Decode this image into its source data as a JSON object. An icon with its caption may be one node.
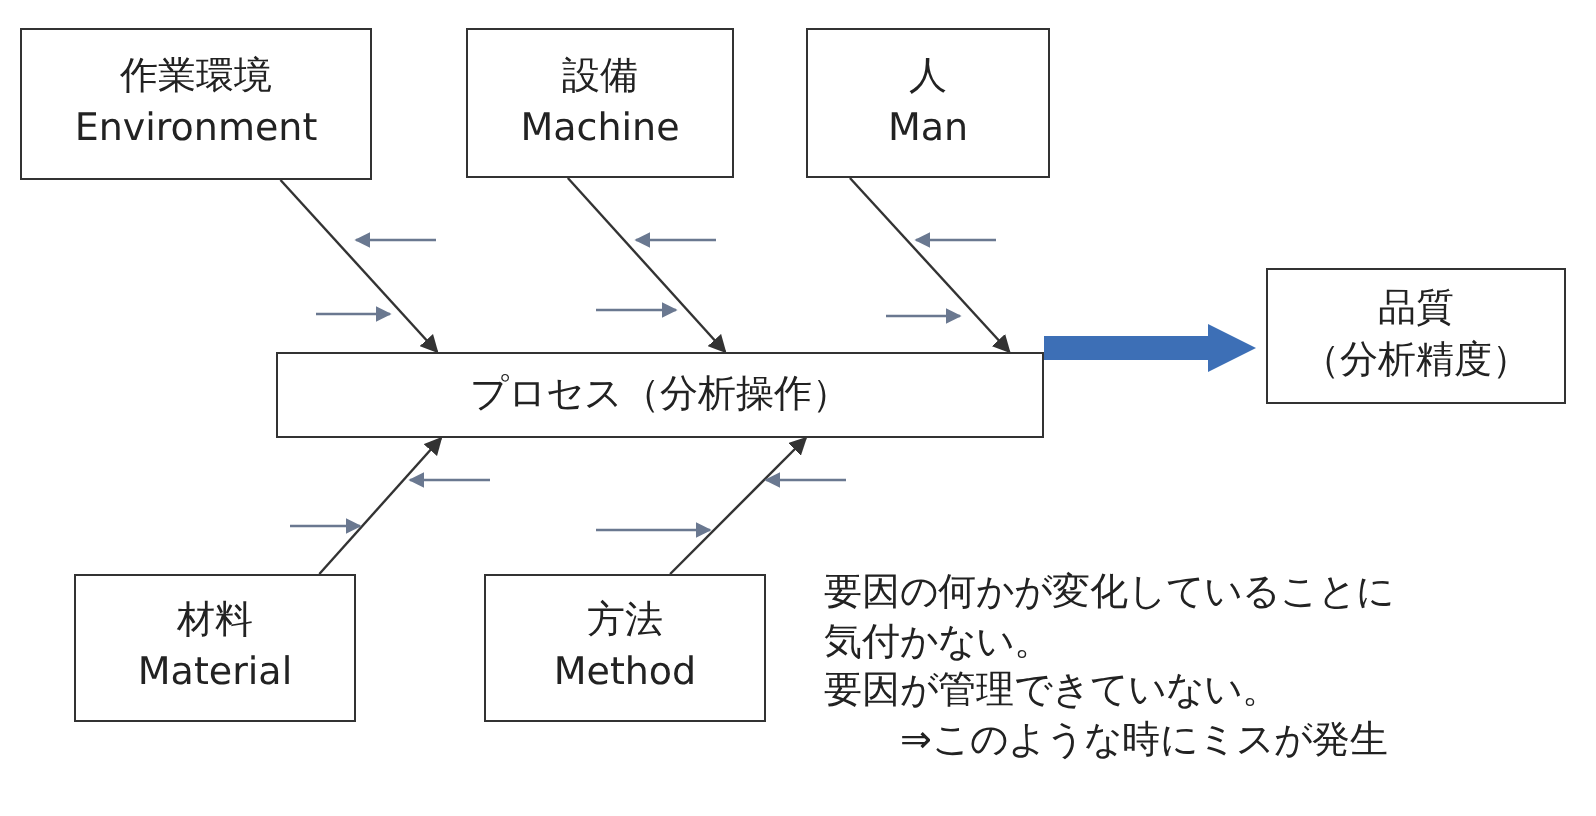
{
  "diagram": {
    "nodes": [
      {
        "text": [
          "作業環境",
          "Environment"
        ]
      },
      {
        "text": [
          "設備",
          "Machine"
        ]
      },
      {
        "text": [
          "人",
          "Man"
        ]
      },
      {
        "text": [
          "プロセス（分析操作）"
        ]
      },
      {
        "text": [
          "品質",
          "（分析精度）"
        ]
      },
      {
        "text": [
          "材料",
          "Material"
        ]
      },
      {
        "text": [
          "方法",
          "Method"
        ]
      }
    ],
    "edges": [
      {
        "from": 0,
        "to": 3,
        "arrow": "to"
      },
      {
        "from": 1,
        "to": 3,
        "arrow": "to"
      },
      {
        "from": 2,
        "to": 3,
        "arrow": "to"
      },
      {
        "from": 5,
        "to": 3,
        "arrow": "to"
      },
      {
        "from": 6,
        "to": 3,
        "arrow": "to"
      },
      {
        "from": 3,
        "to": 4,
        "arrow": "to",
        "style": "thick",
        "color": "#3d6fb6"
      }
    ],
    "labels": [
      "要因の何かが変化していることに気付かない。",
      "要因が管理できていない。",
      "⇒このような時にミスが発生"
    ]
  }
}
